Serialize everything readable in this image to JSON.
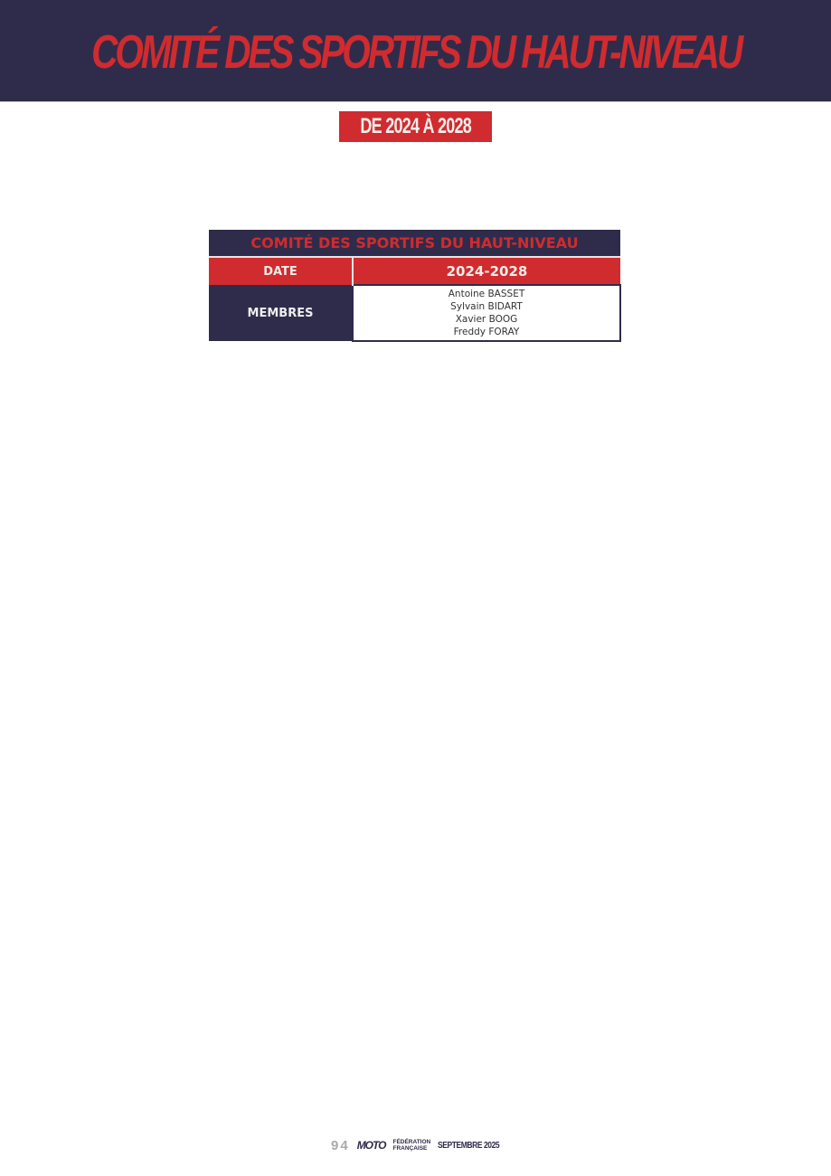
{
  "header": {
    "title": "COMITÉ DES SPORTIFS DU HAUT-NIVEAU",
    "period_badge": "DE 2024 À 2028"
  },
  "table": {
    "title": "COMITÉ DES SPORTIFS DU HAUT-NIVEAU",
    "date_label": "DATE",
    "date_value": "2024-2028",
    "members_label": "MEMBRES",
    "members": [
      "Antoine BASSET",
      "Sylvain BIDART",
      "Xavier BOOG",
      "Freddy FORAY"
    ]
  },
  "footer": {
    "page_number": "94",
    "logo_text": "MOTO",
    "federation_line1": "FÉDÉRATION",
    "federation_line2": "FRANÇAISE",
    "date": "SEPTEMBRE 2025"
  },
  "colors": {
    "navy": "#2f2c4b",
    "red": "#d02b2f"
  }
}
